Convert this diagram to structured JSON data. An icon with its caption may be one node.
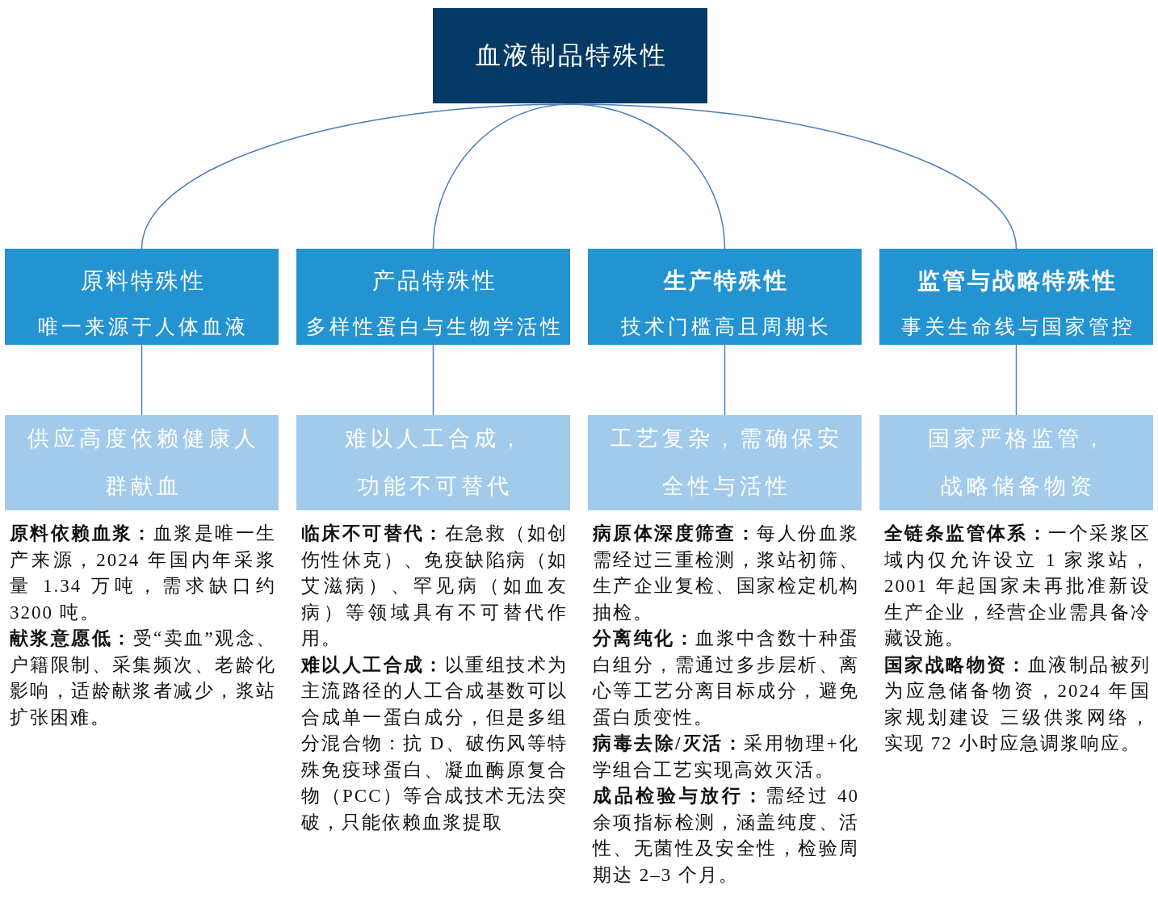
{
  "diagram": {
    "nodes": [
      {
        "text": [
          "血液制品特殊性"
        ]
      },
      {
        "text": [
          "原料特殊性",
          "唯一来源于人体血液"
        ]
      },
      {
        "text": [
          "产品特殊性",
          "多样性蛋白与生物学活性"
        ]
      },
      {
        "text": [
          "生产特殊性",
          "技术门槛高且周期长"
        ]
      },
      {
        "text": [
          "监管与战略特殊性",
          "事关生命线与国家管控"
        ]
      },
      {
        "text": [
          "供应高度依赖健康人群献血"
        ],
        "beside": [
          "**原料依赖血浆：**血浆是唯一生产来源，2024 年国内年采浆量 1.34 万吨，需求缺口约 3200 吨。",
          "**献浆意愿低：**受“卖血”观念、户籍限制、采集频次、老龄化影响，适龄献浆者减少，浆站扩张困难。"
        ]
      },
      {
        "text": [
          "难以人工合成，功能不可替代"
        ],
        "beside": [
          "**临床不可替代：**在急救（如创伤性休克）、免疫缺陷病（如艾滋病）、罕见病（如血友病）等领域具有不可替代作用。",
          "**难以人工合成：**以重组技术为主流路径的人工合成基数可以合成单一蛋白成分，但是多组分混合物：抗 D、破伤风等特殊免疫球蛋白、凝血酶原复合物（PCC）等合成技术无法突破，只能依赖血浆提取"
        ]
      },
      {
        "text": [
          "工艺复杂，需确保安全性与活性"
        ],
        "beside": [
          "**病原体深度筛查：**每人份血浆需经过三重检测，浆站初筛、生产企业复检、国家检定机构抽检。",
          "**分离纯化：**血浆中含数十种蛋白组分，需通过多步层析、离心等工艺分离目标成分，避免蛋白质变性。",
          "**病毒去除/灭活：**采用物理+化学组合工艺实现高效灭活。",
          "**成品检验与放行：**需经过 40 余项指标检测，涵盖纯度、活性、无菌性及安全性，检验周期达 2–3 个月。"
        ]
      },
      {
        "text": [
          "国家严格监管，战略储备物资"
        ],
        "beside": [
          "**全链条监管体系：**一个采浆区域内仅允许设立 1 家浆站，2001 年起国家未再批准新设生产企业，经营企业需具备冷藏设施。",
          "**国家战略物资：**血液制品被列为应急储备物资，2024 年国家规划建设 三级供浆网络，实现 72 小时应急调浆响应。"
        ]
      }
    ],
    "edges": [
      {
        "from": 0,
        "to": 1,
        "arrow": "none"
      },
      {
        "from": 0,
        "to": 2,
        "arrow": "none"
      },
      {
        "from": 0,
        "to": 3,
        "arrow": "none"
      },
      {
        "from": 0,
        "to": 4,
        "arrow": "none"
      },
      {
        "from": 1,
        "to": 5,
        "arrow": "none"
      },
      {
        "from": 2,
        "to": 6,
        "arrow": "none"
      },
      {
        "from": 3,
        "to": 7,
        "arrow": "none"
      },
      {
        "from": 4,
        "to": 8,
        "arrow": "none"
      }
    ]
  }
}
